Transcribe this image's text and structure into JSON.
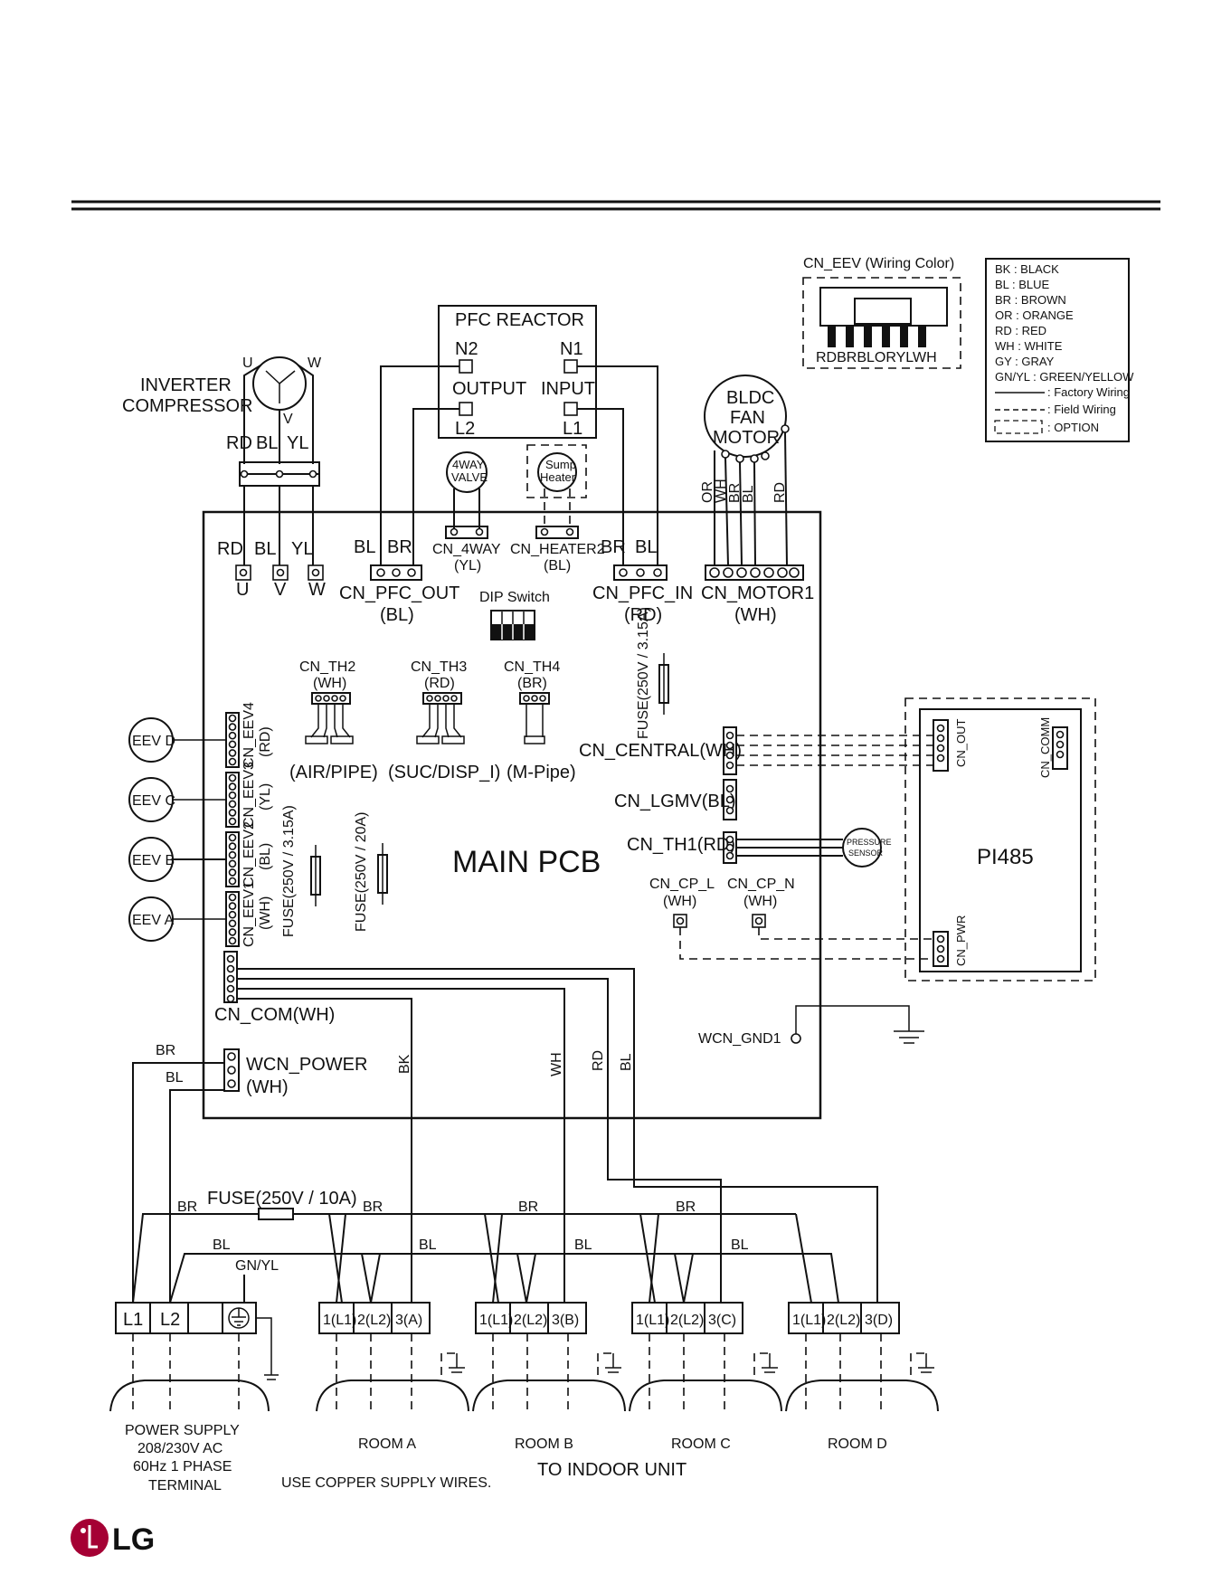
{
  "legend": {
    "entries": [
      "BK  :  BLACK",
      "BL  :  BLUE",
      "BR  :  BROWN",
      "OR  :  ORANGE",
      "RD  :  RED",
      "WH :  WHITE",
      "GY  :  GRAY",
      "GN/YL  :  GREEN/YELLOW"
    ],
    "factory": ": Factory Wiring",
    "field": ": Field Wiring",
    "option": ": OPTION"
  },
  "eev_connector": {
    "title": "CN_EEV (Wiring Color)",
    "colors": "RDBRBLORYLWH"
  },
  "compressor": {
    "label1": "INVERTER",
    "label2": "COMPRESSOR",
    "u": "U",
    "v": "V",
    "w": "W",
    "rd": "RD",
    "bl": "BL",
    "yl": "YL"
  },
  "pfc": {
    "title": "PFC REACTOR",
    "n2": "N2",
    "n1": "N1",
    "output": "OUTPUT",
    "input": "INPUT",
    "l2": "L2",
    "l1": "L1"
  },
  "valve": {
    "l1": "4WAY",
    "l2": "VALVE"
  },
  "sump": {
    "l1": "Sump",
    "l2": "Heater"
  },
  "fan": {
    "l1": "BLDC",
    "l2": "FAN",
    "l3": "MOTOR",
    "or": "OR",
    "wh": "WH",
    "br": "BR",
    "bl": "BL",
    "rd": "RD"
  },
  "pcb": {
    "title": "MAIN PCB",
    "uvw": {
      "rd": "RD",
      "bl": "BL",
      "yl": "YL",
      "u": "U",
      "v": "V",
      "w": "W"
    },
    "pfc_out": {
      "bl": "BL",
      "br": "BR",
      "name": "CN_PFC_OUT",
      "color": "(BL)"
    },
    "four_way": {
      "name": "CN_4WAY",
      "color": "(YL)"
    },
    "heater": {
      "name": "CN_HEATER2",
      "color": "(BL)"
    },
    "pfc_in": {
      "br": "BR",
      "bl": "BL",
      "name": "CN_PFC_IN",
      "color": "(RD)"
    },
    "motor": {
      "name": "CN_MOTOR1",
      "color": "(WH)"
    },
    "dip": "DIP Switch",
    "th2": {
      "name": "CN_TH2",
      "color": "(WH)",
      "sensor": "(AIR/PIPE)"
    },
    "th3": {
      "name": "CN_TH3",
      "color": "(RD)",
      "sensor": "(SUC/DISP_I)"
    },
    "th4": {
      "name": "CN_TH4",
      "color": "(BR)",
      "sensor": "(M-Pipe)"
    },
    "fuse_upper": "FUSE(250V / 3.15A)",
    "fuse_left": "FUSE(250V / 3.15A)",
    "fuse_mid": "FUSE(250V / 20A)",
    "central": "CN_CENTRAL(WH)",
    "lgmv": "CN_LGMV(BL)",
    "th1": "CN_TH1(RD)",
    "cp_l": {
      "name": "CN_CP_L",
      "color": "(WH)"
    },
    "cp_n": {
      "name": "CN_CP_N",
      "color": "(WH)"
    },
    "com": "CN_COM(WH)",
    "power": {
      "name": "WCN_POWER",
      "color": "(WH)",
      "br": "BR",
      "bl": "BL"
    },
    "gnd": "WCN_GND1",
    "bk": "BK",
    "wh": "WH",
    "rd": "RD",
    "bl": "BL"
  },
  "eev": [
    {
      "circle": "EEV D",
      "name": "CN_EEV4",
      "color": "(RD)"
    },
    {
      "circle": "EEV C",
      "name": "CN_EEV3",
      "color": "(YL)"
    },
    {
      "circle": "EEV B",
      "name": "CN_EEV2",
      "color": "(BL)"
    },
    {
      "circle": "EEV A",
      "name": "CN_EEV1",
      "color": "(WH)"
    }
  ],
  "pressure": {
    "l1": "PRESSURE",
    "l2": "SENSOR"
  },
  "pi485": {
    "title": "PI485",
    "out": "CN_OUT",
    "comm": "CN_COMM",
    "pwr": "CN_PWR"
  },
  "terminal": {
    "fuse": "FUSE(250V / 10A)",
    "br": "BR",
    "bl": "BL",
    "gnyl": "GN/YL",
    "l1": "L1",
    "l2": "L2",
    "rooms": [
      {
        "t1": "1(L1)",
        "t2": "2(L2)",
        "t3": "3(A)",
        "name": "ROOM A"
      },
      {
        "t1": "1(L1)",
        "t2": "2(L2)",
        "t3": "3(B)",
        "name": "ROOM B"
      },
      {
        "t1": "1(L1)",
        "t2": "2(L2)",
        "t3": "3(C)",
        "name": "ROOM C"
      },
      {
        "t1": "1(L1)",
        "t2": "2(L2)",
        "t3": "3(D)",
        "name": "ROOM D"
      }
    ]
  },
  "power_supply": {
    "l1": "POWER SUPPLY",
    "l2": "208/230V AC",
    "l3": "60Hz 1 PHASE",
    "l4": "TERMINAL"
  },
  "indoor": "TO INDOOR UNIT",
  "copper_note": "USE COPPER SUPPLY WIRES.",
  "brand": {
    "name": "LG",
    "color": "#A50034"
  }
}
